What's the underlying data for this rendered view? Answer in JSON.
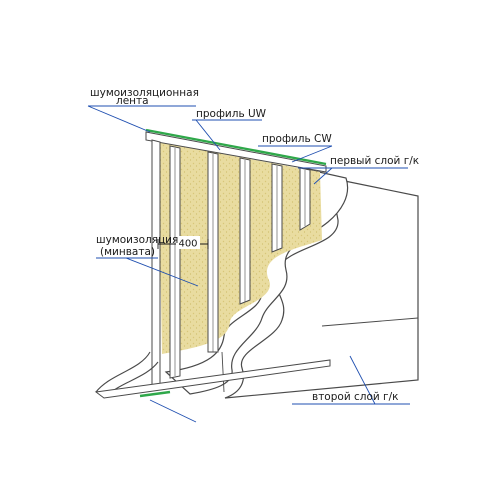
{
  "labels": {
    "noise_tape_line1": "шумоизоляционная",
    "noise_tape_line2": "лента",
    "profile_uw": "профиль UW",
    "profile_cw": "профиль CW",
    "first_layer": "первый слой г/к",
    "insulation_line1": "шумоизоляция",
    "insulation_line2": "(минвата)",
    "dimension": "400",
    "second_layer": "второй слой г/к"
  },
  "colors": {
    "outline": "#4a4a4a",
    "leader": "#1f4fb0",
    "tape": "#2fa84a",
    "wool": "#e9dca0",
    "wool_dark": "#d8c679",
    "profile": "#ffffff",
    "board": "#ffffff"
  }
}
